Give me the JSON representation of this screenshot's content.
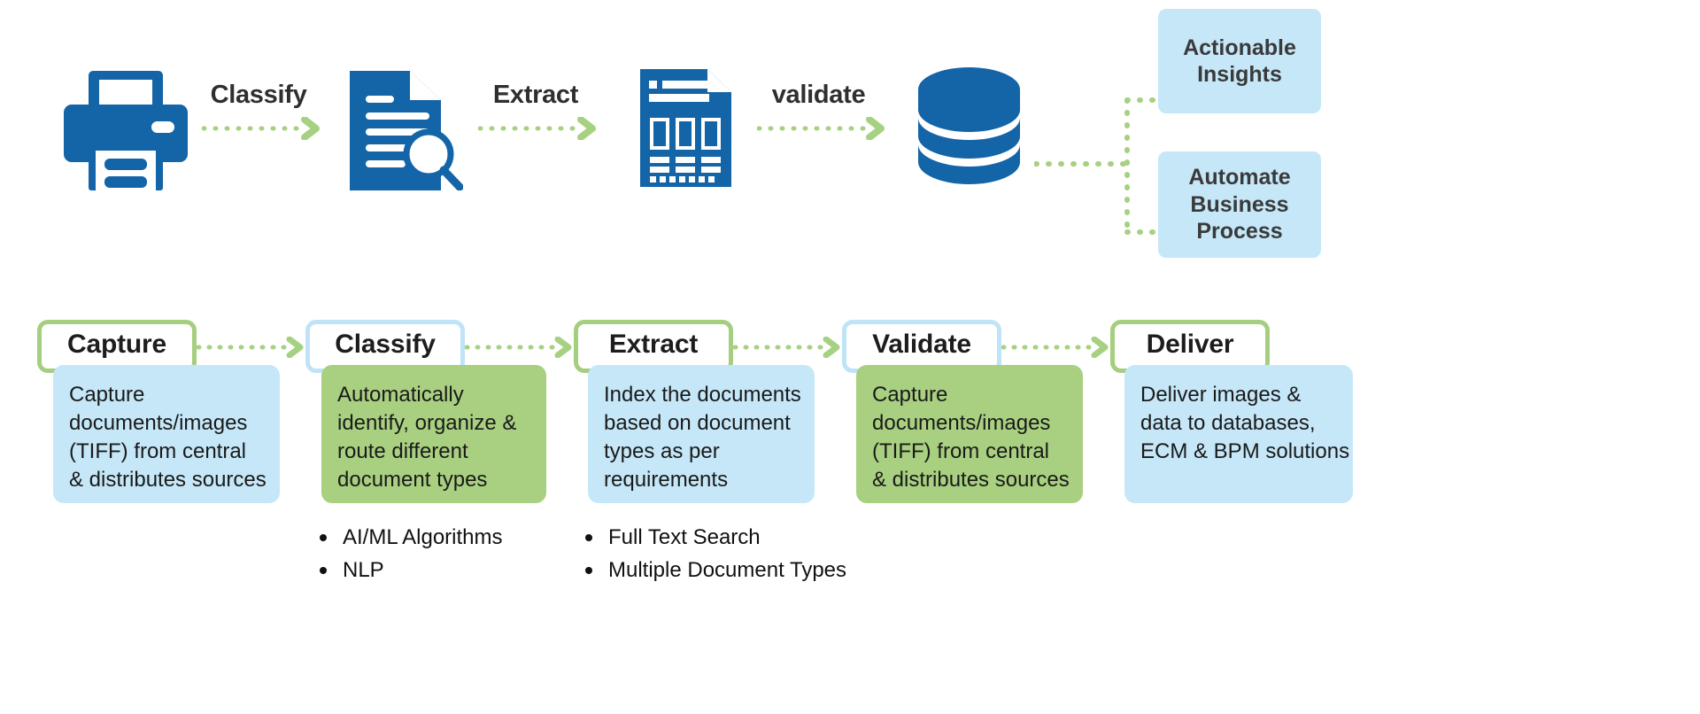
{
  "colors": {
    "brand_blue": "#1464A8",
    "light_blue": "#c5e7f8",
    "green": "#a8d080",
    "green_border": "#a5ce7f",
    "blue_border": "#bfe3f7",
    "dot_green": "#a7d182",
    "text_dark": "#2f2f2f"
  },
  "flow": {
    "icons": [
      {
        "name": "printer-icon",
        "label": "Capture source"
      },
      {
        "name": "document-search-icon",
        "label": "Classified document"
      },
      {
        "name": "structured-document-icon",
        "label": "Extracted document"
      },
      {
        "name": "database-icon",
        "label": "Validated data store"
      }
    ],
    "arrow_labels": [
      "Classify",
      "Extract",
      "validate"
    ]
  },
  "outcomes": [
    {
      "text": "Actionable Insights"
    },
    {
      "text": "Automate Business Process"
    }
  ],
  "steps": [
    {
      "title": "Capture",
      "header_border": "green",
      "body_fill": "blue",
      "lines": [
        "Capture",
        "documents/images",
        "(TIFF) from central",
        "& distributes sources"
      ],
      "bullets": []
    },
    {
      "title": "Classify",
      "header_border": "blue",
      "body_fill": "green",
      "lines": [
        "Automatically",
        "identify, organize &",
        "route different",
        "document types"
      ],
      "bullets": [
        "AI/ML Algorithms",
        "NLP"
      ]
    },
    {
      "title": "Extract",
      "header_border": "green",
      "body_fill": "blue",
      "lines": [
        "Index the documents",
        "based on document",
        "types as per",
        "requirements"
      ],
      "bullets": [
        "Full Text Search",
        "Multiple Document Types"
      ]
    },
    {
      "title": "Validate",
      "header_border": "blue",
      "body_fill": "green",
      "lines": [
        "Capture",
        "documents/images",
        "(TIFF) from central",
        "& distributes sources"
      ],
      "bullets": []
    },
    {
      "title": "Deliver",
      "header_border": "green",
      "body_fill": "blue",
      "lines": [
        "Deliver images &",
        "data to databases,",
        "ECM & BPM solutions"
      ],
      "bullets": []
    }
  ]
}
